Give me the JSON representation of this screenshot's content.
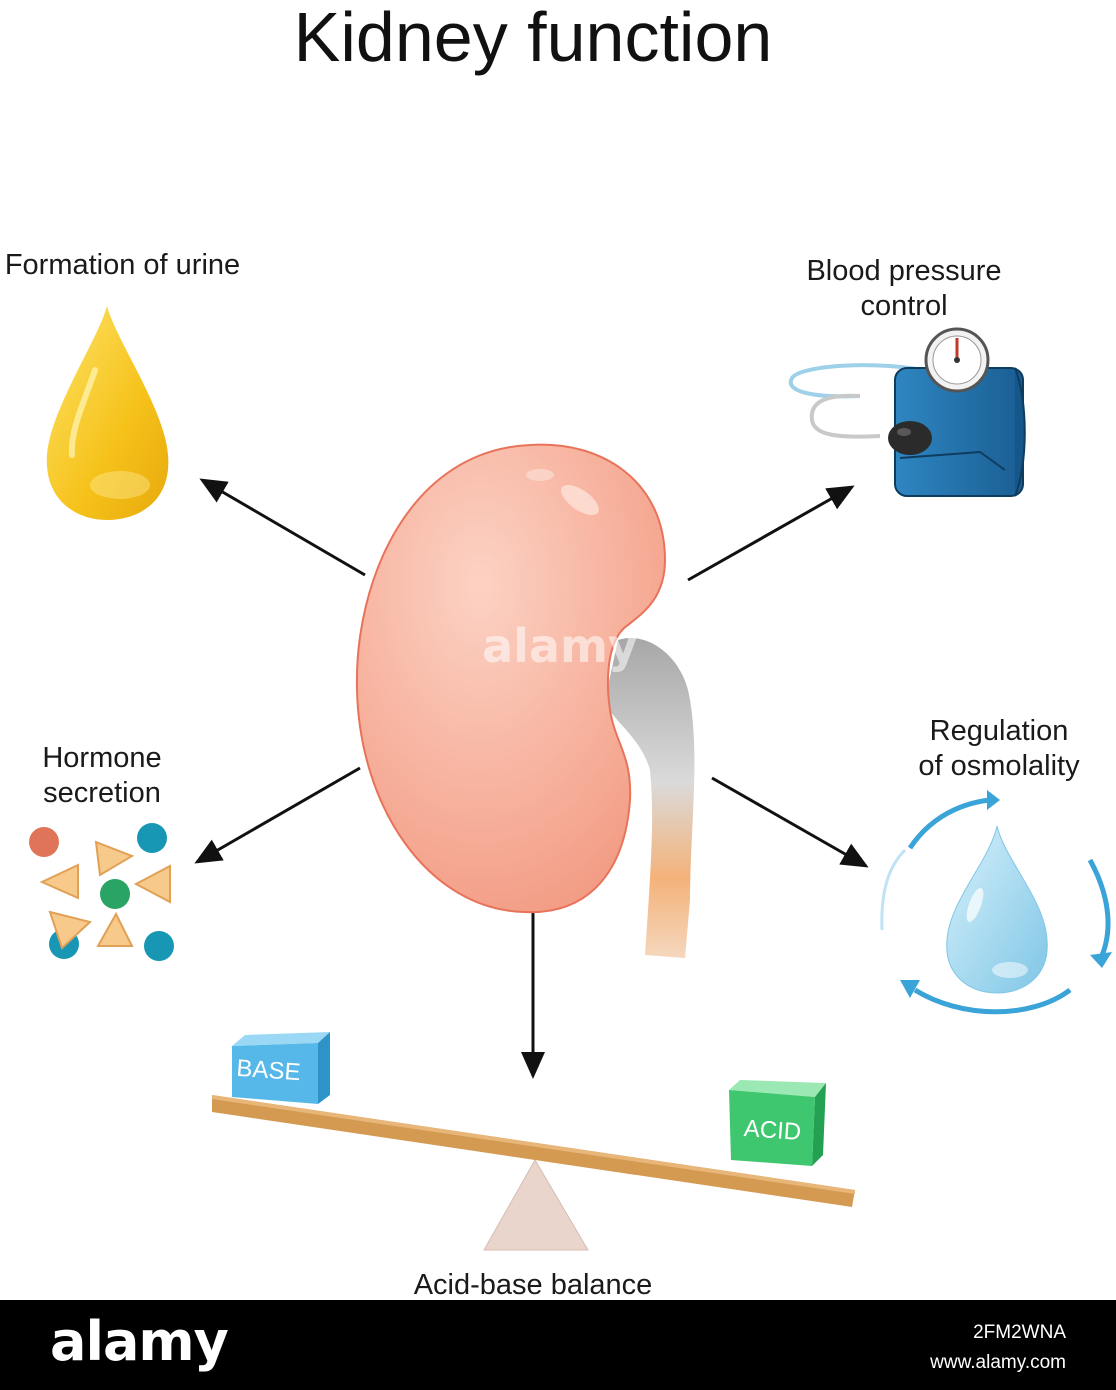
{
  "title": "Kidney function",
  "labels": {
    "urine": "Formation of urine",
    "blood_pressure": [
      "Blood pressure",
      "control"
    ],
    "hormone": [
      "Hormone",
      "secretion"
    ],
    "osmolality": [
      "Regulation",
      "of osmolality"
    ],
    "acid_base": "Acid-base balance"
  },
  "blocks": {
    "base": "BASE",
    "acid": "ACID"
  },
  "watermark": "alamy",
  "footer": {
    "brand": "alamy",
    "image_id": "2FM2WNA",
    "site": "www.alamy.com"
  },
  "colors": {
    "kidney": "#f7b8a6",
    "kidney_outline": "#e8735a",
    "urine": "#f6c520",
    "cuff": "#1f6fa8",
    "water": "#9fd6ee",
    "cycle_arrow": "#3aa3d8",
    "plank": "#d49a52",
    "base_block": "#56b8e8",
    "acid_block": "#3ec76f"
  },
  "icons": [
    "urine-drop-icon",
    "blood-pressure-cuff-icon",
    "hormone-molecules-icon",
    "water-drop-cycle-icon",
    "balance-scale-icon",
    "kidney-icon"
  ]
}
